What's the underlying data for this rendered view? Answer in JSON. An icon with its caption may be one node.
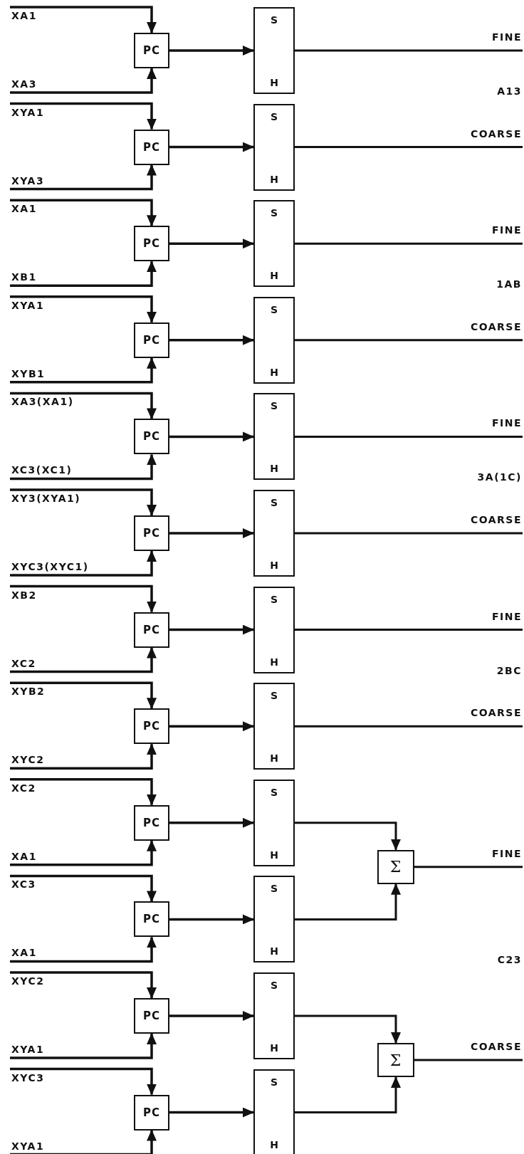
{
  "diagram": {
    "nodes": [
      {
        "text": [
          "XA1"
        ]
      },
      {
        "text": [
          "XA3"
        ]
      },
      {
        "text": [
          "PC"
        ]
      },
      {
        "text": [
          "S",
          "H"
        ]
      },
      {
        "text": [
          "XYA1"
        ]
      },
      {
        "text": [
          "XYA3"
        ]
      },
      {
        "text": [
          "PC"
        ]
      },
      {
        "text": [
          "S",
          "H"
        ]
      },
      {
        "text": [
          "XA1"
        ]
      },
      {
        "text": [
          "XB1"
        ]
      },
      {
        "text": [
          "PC"
        ]
      },
      {
        "text": [
          "S",
          "H"
        ]
      },
      {
        "text": [
          "XYA1"
        ]
      },
      {
        "text": [
          "XYB1"
        ]
      },
      {
        "text": [
          "PC"
        ]
      },
      {
        "text": [
          "S",
          "H"
        ]
      },
      {
        "text": [
          "XA3(XA1)"
        ]
      },
      {
        "text": [
          "XC3(XC1)"
        ]
      },
      {
        "text": [
          "PC"
        ]
      },
      {
        "text": [
          "S",
          "H"
        ]
      },
      {
        "text": [
          "XY3(XYA1)"
        ]
      },
      {
        "text": [
          "XYC3(XYC1)"
        ]
      },
      {
        "text": [
          "PC"
        ]
      },
      {
        "text": [
          "S",
          "H"
        ]
      },
      {
        "text": [
          "XB2"
        ]
      },
      {
        "text": [
          "XC2"
        ]
      },
      {
        "text": [
          "PC"
        ]
      },
      {
        "text": [
          "S",
          "H"
        ]
      },
      {
        "text": [
          "XYB2"
        ]
      },
      {
        "text": [
          "XYC2"
        ]
      },
      {
        "text": [
          "PC"
        ]
      },
      {
        "text": [
          "S",
          "H"
        ]
      },
      {
        "text": [
          "XC2"
        ]
      },
      {
        "text": [
          "XA1"
        ]
      },
      {
        "text": [
          "PC"
        ]
      },
      {
        "text": [
          "S",
          "H"
        ]
      },
      {
        "text": [
          "XC3"
        ]
      },
      {
        "text": [
          "XA1"
        ]
      },
      {
        "text": [
          "PC"
        ]
      },
      {
        "text": [
          "S",
          "H"
        ]
      },
      {
        "text": [
          "XYC2"
        ]
      },
      {
        "text": [
          "XYA1"
        ]
      },
      {
        "text": [
          "PC"
        ]
      },
      {
        "text": [
          "S",
          "H"
        ]
      },
      {
        "text": [
          "XYC3"
        ]
      },
      {
        "text": [
          "XYA1"
        ]
      },
      {
        "text": [
          "PC"
        ]
      },
      {
        "text": [
          "S",
          "H"
        ]
      },
      {
        "text": [
          "Σ"
        ]
      },
      {
        "text": [
          "Σ"
        ]
      }
    ],
    "edges": [
      {
        "from": 0,
        "to": 2,
        "arrow": "to"
      },
      {
        "from": 1,
        "to": 2,
        "arrow": "to"
      },
      {
        "from": 2,
        "to": 3,
        "arrow": "to"
      },
      {
        "from": 3,
        "to": null,
        "arrow": "none"
      },
      {
        "from": 4,
        "to": 6,
        "arrow": "to"
      },
      {
        "from": 5,
        "to": 6,
        "arrow": "to"
      },
      {
        "from": 6,
        "to": 7,
        "arrow": "to"
      },
      {
        "from": 7,
        "to": null,
        "arrow": "none"
      },
      {
        "from": 8,
        "to": 10,
        "arrow": "to"
      },
      {
        "from": 9,
        "to": 10,
        "arrow": "to"
      },
      {
        "from": 10,
        "to": 11,
        "arrow": "to"
      },
      {
        "from": 11,
        "to": null,
        "arrow": "none"
      },
      {
        "from": 12,
        "to": 14,
        "arrow": "to"
      },
      {
        "from": 13,
        "to": 14,
        "arrow": "to"
      },
      {
        "from": 14,
        "to": 15,
        "arrow": "to"
      },
      {
        "from": 15,
        "to": null,
        "arrow": "none"
      },
      {
        "from": 16,
        "to": 18,
        "arrow": "to"
      },
      {
        "from": 17,
        "to": 18,
        "arrow": "to"
      },
      {
        "from": 18,
        "to": 19,
        "arrow": "to"
      },
      {
        "from": 19,
        "to": null,
        "arrow": "none"
      },
      {
        "from": 20,
        "to": 22,
        "arrow": "to"
      },
      {
        "from": 21,
        "to": 22,
        "arrow": "to"
      },
      {
        "from": 22,
        "to": 23,
        "arrow": "to"
      },
      {
        "from": 23,
        "to": null,
        "arrow": "none"
      },
      {
        "from": 24,
        "to": 26,
        "arrow": "to"
      },
      {
        "from": 25,
        "to": 26,
        "arrow": "to"
      },
      {
        "from": 26,
        "to": 27,
        "arrow": "to"
      },
      {
        "from": 27,
        "to": null,
        "arrow": "none"
      },
      {
        "from": 28,
        "to": 30,
        "arrow": "to"
      },
      {
        "from": 29,
        "to": 30,
        "arrow": "to"
      },
      {
        "from": 30,
        "to": 31,
        "arrow": "to"
      },
      {
        "from": 31,
        "to": null,
        "arrow": "none"
      },
      {
        "from": 32,
        "to": 34,
        "arrow": "to"
      },
      {
        "from": 33,
        "to": 34,
        "arrow": "to"
      },
      {
        "from": 34,
        "to": 35,
        "arrow": "to"
      },
      {
        "from": 35,
        "to": 48,
        "arrow": "to"
      },
      {
        "from": 36,
        "to": 38,
        "arrow": "to"
      },
      {
        "from": 37,
        "to": 38,
        "arrow": "to"
      },
      {
        "from": 38,
        "to": 39,
        "arrow": "to"
      },
      {
        "from": 39,
        "to": 48,
        "arrow": "to"
      },
      {
        "from": 40,
        "to": 42,
        "arrow": "to"
      },
      {
        "from": 41,
        "to": 42,
        "arrow": "to"
      },
      {
        "from": 42,
        "to": 43,
        "arrow": "to"
      },
      {
        "from": 43,
        "to": 49,
        "arrow": "to"
      },
      {
        "from": 44,
        "to": 46,
        "arrow": "to"
      },
      {
        "from": 45,
        "to": 46,
        "arrow": "to"
      },
      {
        "from": 46,
        "to": 47,
        "arrow": "to"
      },
      {
        "from": 47,
        "to": 49,
        "arrow": "to"
      },
      {
        "from": 48,
        "to": null,
        "arrow": "none"
      },
      {
        "from": 49,
        "to": null,
        "arrow": "none"
      }
    ],
    "labels": [
      "FINE",
      "A13",
      "COARSE",
      "FINE",
      "1AB",
      "COARSE",
      "FINE",
      "3A(1C)",
      "COARSE",
      "FINE",
      "2BC",
      "COARSE",
      "FINE",
      "C23",
      "COARSE"
    ]
  }
}
